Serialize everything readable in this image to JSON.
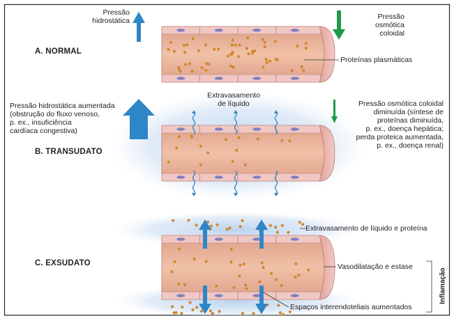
{
  "sections": {
    "normal": {
      "title": "A. NORMAL",
      "hydrostatic": "Pressão\nhidrostática",
      "oncotic": "Pressão\nosmótica\ncoloidal",
      "proteins": "Proteínas plasmáticas"
    },
    "transudate": {
      "title": "B. TRANSUDATO",
      "hydrostatic": "Pressão hidrostática aumentada\n(obstrução do fluxo venoso,\np. ex., insuficiência\ncardíaca congestiva)",
      "leak": "Extravasamento\nde líquido",
      "oncotic": "Pressão osmótica coloidal\ndiminuída (síntese de\nproteínas diminuída,\np. ex., doença hepática;\nperda proteica aumentada,\np. ex., doença renal)"
    },
    "exudate": {
      "title": "C. EXSUDATO",
      "leak": "Extravasamento de líquido e proteína",
      "vasodilation": "Vasodilatação e estase",
      "gaps": "Espaços interendoteliais aumentados",
      "inflammation": "Inflamação"
    }
  },
  "colors": {
    "hydrostatic_arrow": "#2f86c6",
    "oncotic_arrow": "#1f9a4a",
    "vessel_wall": "#f0c7c3",
    "lumen": "#e7a98d",
    "protein": "#d2872f",
    "cell_nucleus": "#7d80bf",
    "leak_glow": "#c6d9ef"
  }
}
